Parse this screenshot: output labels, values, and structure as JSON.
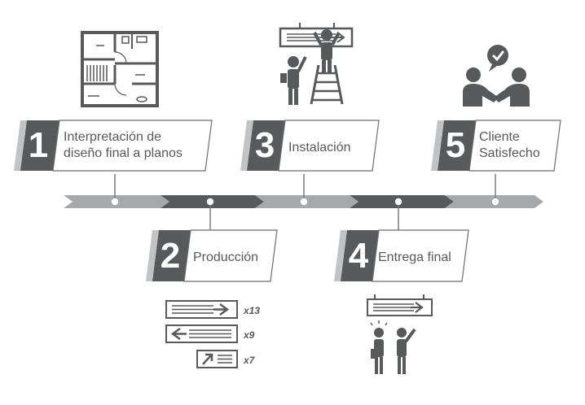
{
  "steps": [
    {
      "number": "1",
      "label_lines": [
        "Interpretación de",
        "diseño final a planos"
      ]
    },
    {
      "number": "2",
      "label_lines": [
        "Producción"
      ]
    },
    {
      "number": "3",
      "label_lines": [
        "Instalación"
      ]
    },
    {
      "number": "4",
      "label_lines": [
        "Entrega final"
      ]
    },
    {
      "number": "5",
      "label_lines": [
        "Cliente",
        "Satisfecho"
      ]
    }
  ],
  "production_signs": [
    {
      "direction": "right-arrow-sign",
      "quantity": "x13"
    },
    {
      "direction": "left-arrow-sign",
      "quantity": "x9"
    },
    {
      "direction": "diagonal-arrow-sign",
      "quantity": "x7"
    }
  ],
  "icons": {
    "step1": "floor-plan-icon",
    "step3": "workers-installing-sign-icon",
    "step4": "client-receiving-sign-icon",
    "step5": "handshake-approval-icon"
  },
  "colors": {
    "dark": "#58595b",
    "medium": "#7b7c7e",
    "light": "#a7a8aa",
    "lighter": "#b6b7b9",
    "outline": "#6d6e70",
    "accent_bar": "#c2c3c5"
  }
}
